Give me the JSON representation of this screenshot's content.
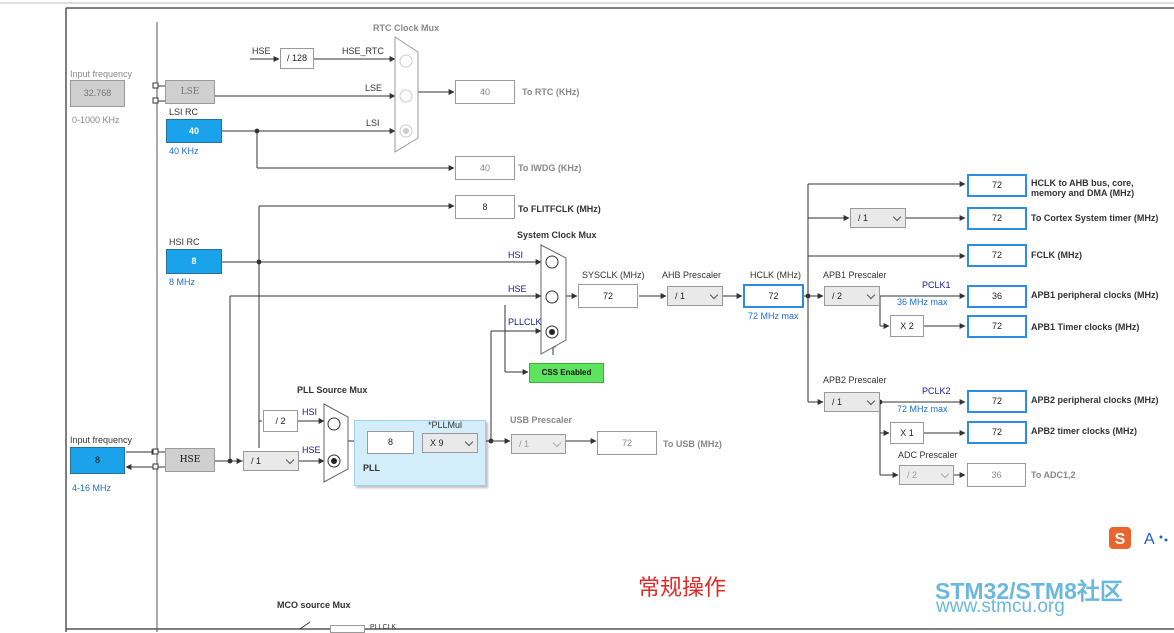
{
  "rtc_mux": {
    "title": "RTC Clock Mux",
    "in_hse": "HSE",
    "div128": "/ 128",
    "in_hse_rtc": "HSE_RTC",
    "in_lse": "LSE",
    "in_lsi": "LSI"
  },
  "lse": {
    "freq_label": "Input frequency",
    "freq_value": "32.768",
    "range": "0-1000 KHz",
    "block": "LSE"
  },
  "lsi": {
    "label": "LSI RC",
    "value": "40",
    "unit": "40 KHz"
  },
  "rtc_out": {
    "value": "40",
    "label": "To RTC (KHz)"
  },
  "iwdg_out": {
    "value": "40",
    "label": "To IWDG (KHz)"
  },
  "flitf_out": {
    "value": "8",
    "label": "To FLITFCLK (MHz)"
  },
  "hsi": {
    "label": "HSI RC",
    "value": "8",
    "unit": "8 MHz"
  },
  "sys_mux": {
    "title": "System Clock Mux",
    "in_hsi": "HSI",
    "in_hse": "HSE",
    "in_pllclk": "PLLCLK",
    "css": "CSS Enabled"
  },
  "sysclk": {
    "label": "SYSCLK (MHz)",
    "value": "72"
  },
  "ahb": {
    "label": "AHB Prescaler",
    "value": "/ 1"
  },
  "hclk": {
    "label": "HCLK (MHz)",
    "value": "72",
    "max": "72 MHz max"
  },
  "apb1": {
    "label": "APB1 Prescaler",
    "value": "/ 2",
    "pclk": "PCLK1",
    "max": "36 MHz max",
    "timer_mult": "X 2"
  },
  "apb2": {
    "label": "APB2 Prescaler",
    "value": "/ 1",
    "pclk": "PCLK2",
    "max": "72 MHz max",
    "timer_mult": "X 1"
  },
  "adc": {
    "label": "ADC Prescaler",
    "value": "/ 2",
    "out_value": "36",
    "out_label": "To ADC1,2"
  },
  "cortex_div": "/ 1",
  "outputs": [
    {
      "value": "72",
      "label_line1": "HCLK to AHB bus, core,",
      "label_line2": "memory and DMA (MHz)"
    },
    {
      "value": "72",
      "label_line1": "To Cortex System timer (MHz)"
    },
    {
      "value": "72",
      "label_line1": "FCLK (MHz)"
    },
    {
      "value": "36",
      "label_line1": "APB1 peripheral clocks (MHz)"
    },
    {
      "value": "72",
      "label_line1": "APB1 Timer clocks (MHz)"
    },
    {
      "value": "72",
      "label_line1": "APB2 peripheral clocks (MHz)"
    },
    {
      "value": "72",
      "label_line1": "APB2 timer clocks (MHz)"
    }
  ],
  "pll_src": {
    "title": "PLL Source Mux",
    "div2": "/ 2",
    "in_hsi": "HSI",
    "in_hse": "HSE"
  },
  "pll": {
    "name": "PLL",
    "value": "8",
    "mul_label": "*PLLMul",
    "mul_value": "X 9"
  },
  "hse": {
    "freq_label": "Input frequency",
    "value": "8",
    "range": "4-16 MHz",
    "block": "HSE",
    "prediv": "/ 1"
  },
  "usb": {
    "label": "USB Prescaler",
    "value": "/ 1",
    "out_value": "72",
    "out_label": "To USB (MHz)"
  },
  "mco": {
    "title": "MCO source Mux",
    "in_pllclk": "PLLCLK"
  },
  "note": "常规操作",
  "watermark": {
    "line1": "STM32/STM8社区",
    "line2": "www.stmcu.org",
    "badge": "A"
  },
  "colors": {
    "input_blue": "#1aa3ea",
    "selected_border": "#2d8ce4",
    "css_green": "#5ee35e",
    "pll_panel": "#d3eefa",
    "note_red": "#e02a2a"
  }
}
